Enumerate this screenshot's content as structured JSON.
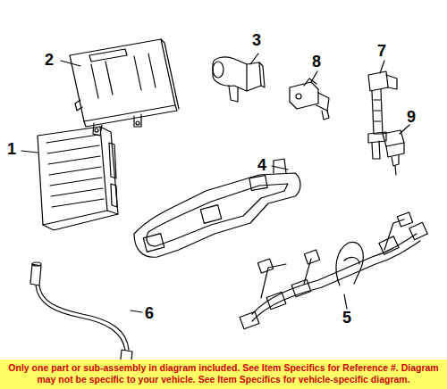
{
  "diagram": {
    "nodes": [
      {
        "text": [
          "Only one part or sub-assembly in diagram included. See Item Specifics for Reference #. Diagram may not be specific to your vehicle. See Item Specifics for vehicle-specific diagram."
        ]
      }
    ],
    "labels": [
      "1",
      "2",
      "3",
      "4",
      "5",
      "6",
      "7",
      "8",
      "9"
    ]
  }
}
